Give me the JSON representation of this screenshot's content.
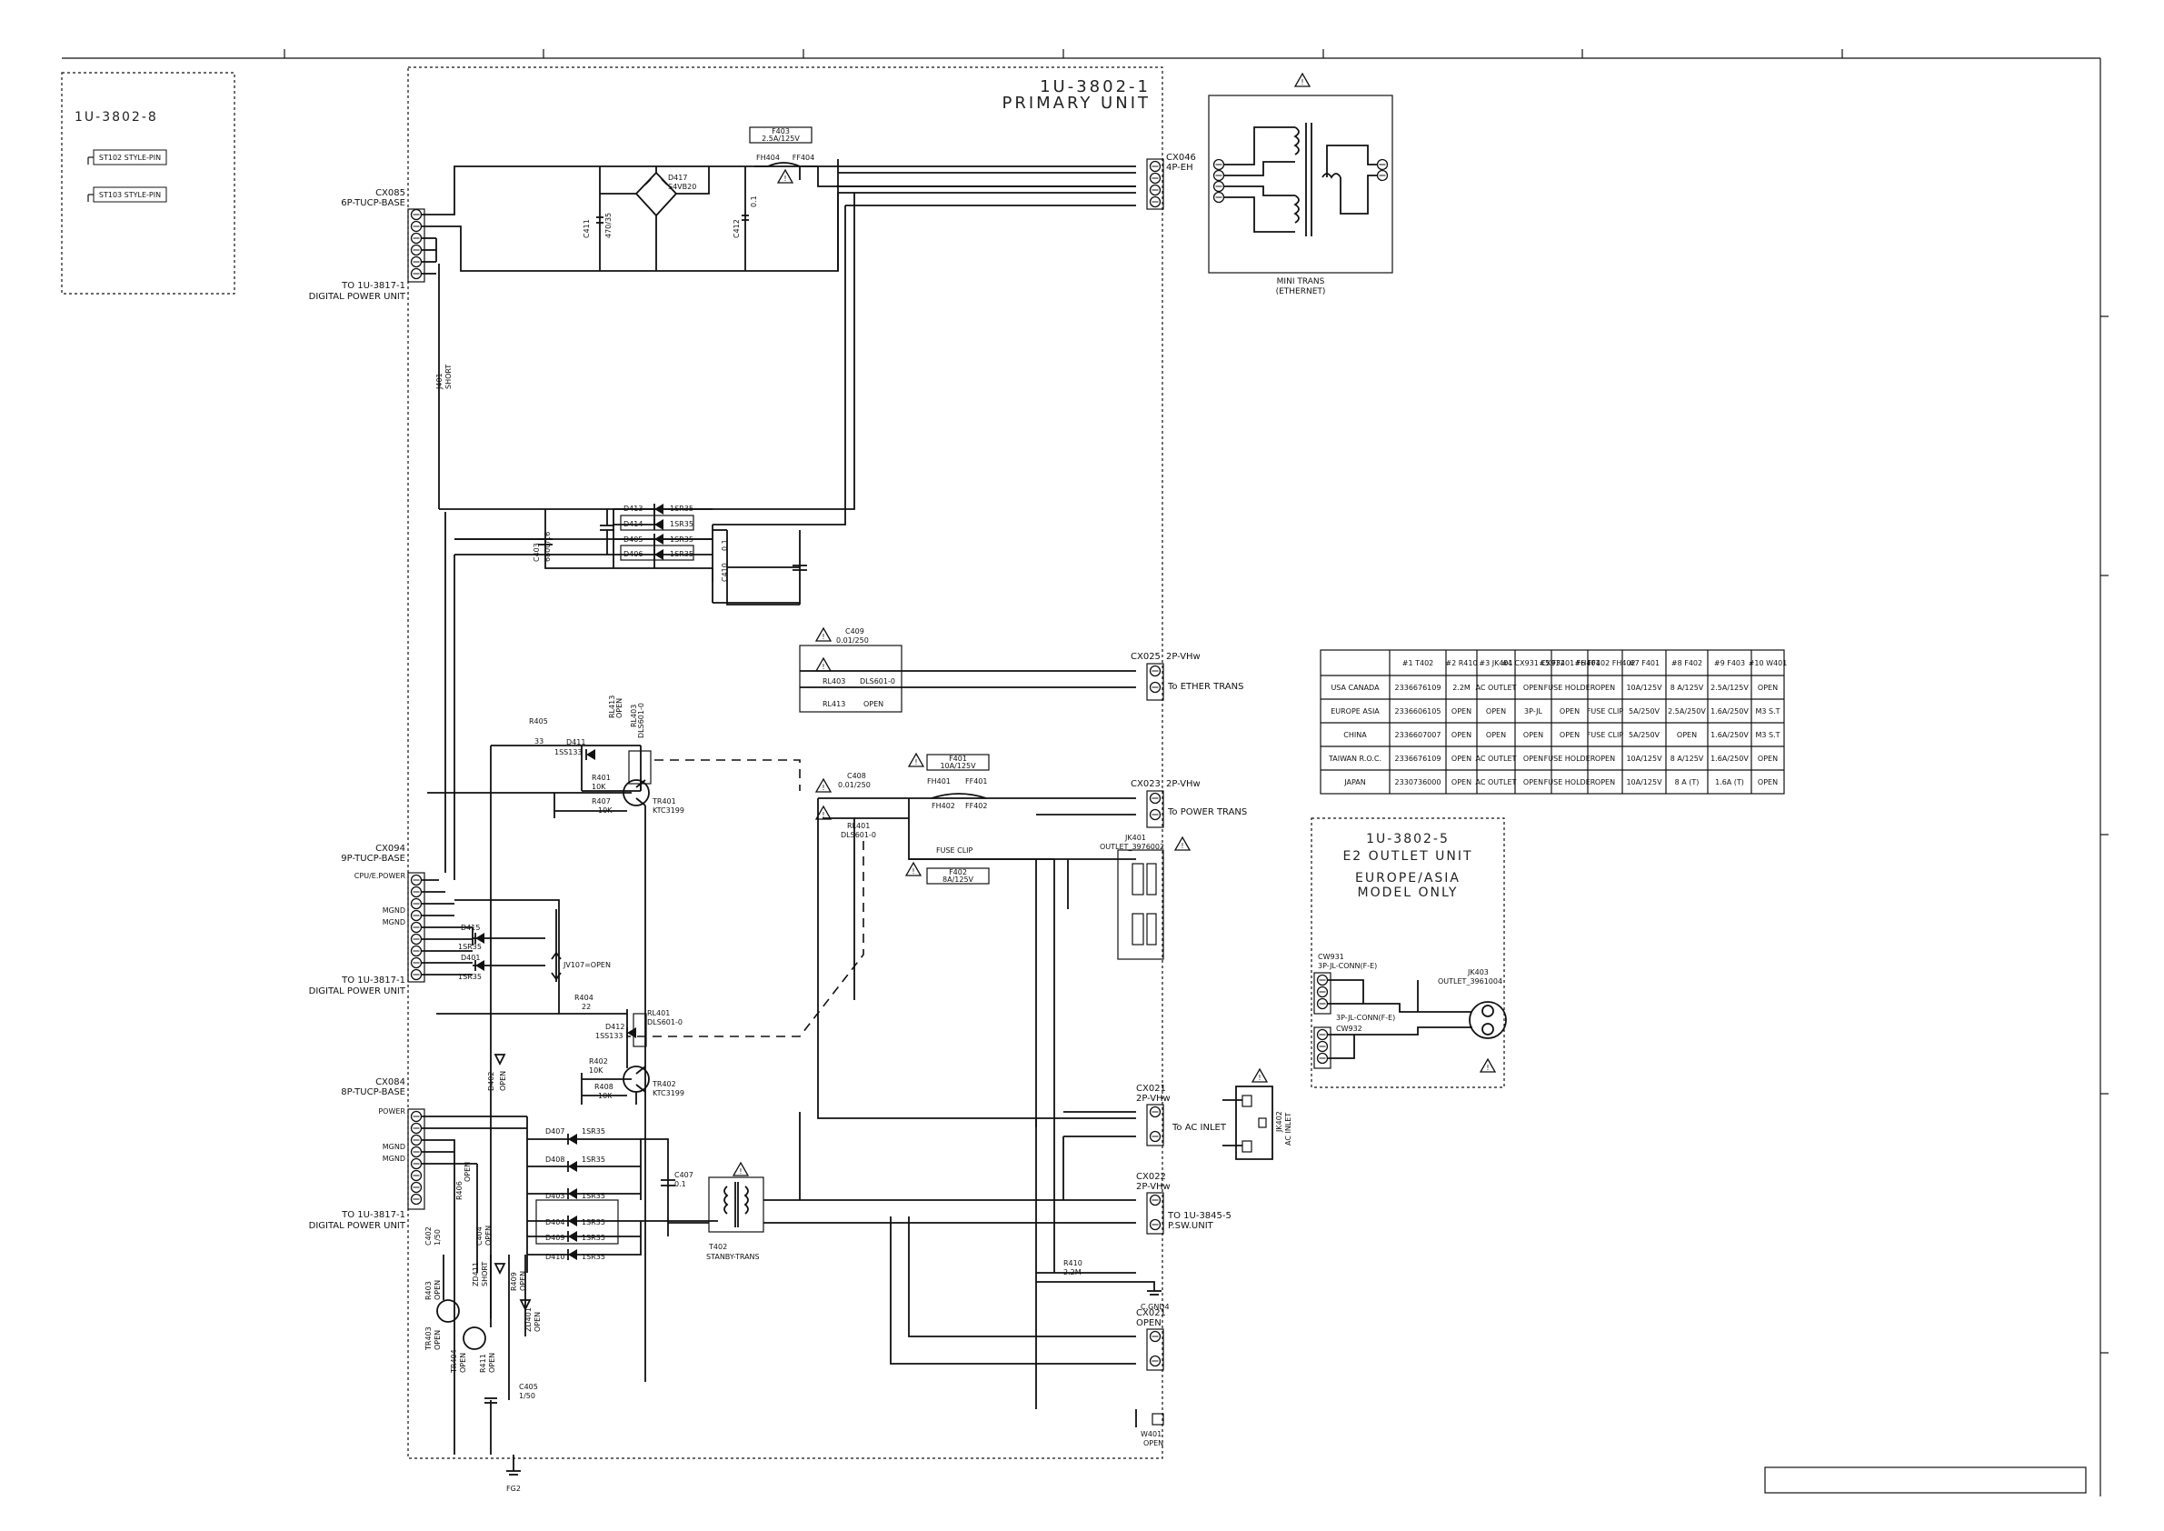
{
  "units": {
    "u8": {
      "title": "1U-3802-8",
      "pins": [
        "ST102 STYLE-PIN",
        "ST103 STYLE-PIN"
      ]
    },
    "u1": {
      "title1": "1U-3802-1",
      "title2": "PRIMARY UNIT"
    },
    "u5": {
      "title1": "1U-3802-5",
      "title2": "E2 OUTLET UNIT",
      "note1": "EUROPE/ASIA",
      "note2": "MODEL ONLY"
    },
    "mini_trans": {
      "line1": "MINI TRANS",
      "line2": "(ETHERNET)"
    }
  },
  "connectors": {
    "cx085": {
      "name": "CX085",
      "type": "6P-TUCP-BASE"
    },
    "cx094": {
      "name": "CX094",
      "type": "9P-TUCP-BASE",
      "sig": "CPU/E.POWER"
    },
    "cx084": {
      "name": "CX084",
      "type": "8P-TUCP-BASE",
      "sig": "POWER"
    },
    "cx046": {
      "name": "CX046",
      "type": "4P-EH"
    },
    "cx025": {
      "name": "CX025",
      "type": "2P-VHw",
      "dest": "To ETHER TRANS"
    },
    "cx023": {
      "name": "CX023",
      "type": "2P-VHw",
      "dest": "To POWER TRANS"
    },
    "cx021": {
      "name": "CX021",
      "type": "2P-VHw",
      "dest": "To AC INLET"
    },
    "cx022": {
      "name": "CX022",
      "type": "2P-VHw",
      "dest1": "TO 1U-3845-5",
      "dest2": "P.SW.UNIT"
    },
    "cx021o": {
      "name": "CX021",
      "type": "OPEN"
    },
    "cw931": {
      "name": "CW931",
      "type": "3P-JL-CONN(F-E)"
    },
    "cw932": {
      "name": "CW932",
      "type": "3P-JL-CONN(F-E)"
    },
    "mgnd": "MGND",
    "to_digital1": "TO 1U-3817-1",
    "to_digital2": "DIGITAL POWER UNIT"
  },
  "parts": {
    "f403": {
      "name": "F403",
      "value": "2.5A/125V"
    },
    "fh404": "FH404",
    "ff404": "FF404",
    "d417": {
      "name": "D417",
      "value": "S4VB20"
    },
    "c411": {
      "name": "C411",
      "value": "470/35"
    },
    "c412": {
      "name": "C412",
      "value": "0.1"
    },
    "j401": {
      "name": "J401",
      "value": "SHORT"
    },
    "d413": {
      "name": "D413",
      "value": "1SR35"
    },
    "d414": {
      "name": "D414",
      "value": "1SR35"
    },
    "d405": {
      "name": "D405",
      "value": "1SR35"
    },
    "d406": {
      "name": "D406",
      "value": "1SR35"
    },
    "c403": {
      "name": "C403",
      "value": "6800/16"
    },
    "c410": {
      "name": "C410",
      "value": "0.1"
    },
    "c409": {
      "name": "C409",
      "value": "0.01/250"
    },
    "rl403": {
      "name": "RL403",
      "value": "DLS601-0"
    },
    "rl413": {
      "name": "RL413",
      "value": "OPEN"
    },
    "r405": {
      "name": "R405",
      "value": "33"
    },
    "d411": {
      "name": "D411",
      "value": "1SS133"
    },
    "r401": {
      "name": "R401",
      "value": "10K"
    },
    "r407": {
      "name": "R407",
      "value": "10K"
    },
    "tr401": {
      "name": "TR401",
      "value": "KTC3199"
    },
    "c408": {
      "name": "C408",
      "value": "0.01/250"
    },
    "f401": {
      "name": "F401",
      "value": "10A/125V"
    },
    "fh401": "FH401",
    "ff401": "FF401",
    "fh402": "FH402",
    "ff402": "FF402",
    "rl401": {
      "name": "RL401",
      "value": "DLS601-0"
    },
    "fuse_clip": "FUSE CLIP",
    "f402": {
      "name": "F402",
      "value": "8A/125V"
    },
    "jk401": {
      "name": "JK401",
      "value": "OUTLET_3976002"
    },
    "jk403": {
      "name": "JK403",
      "value": "OUTLET_3961004"
    },
    "d415": {
      "name": "D415",
      "value": "1SR35"
    },
    "d401": {
      "name": "D401",
      "value": "1SR35"
    },
    "jv107": "JV107=OPEN",
    "r404": {
      "name": "R404",
      "value": "22"
    },
    "d412": {
      "name": "D412",
      "value": "1SS133"
    },
    "d402": {
      "name": "D402",
      "value": "OPEN"
    },
    "r402": {
      "name": "R402",
      "value": "10K"
    },
    "r408": {
      "name": "R408",
      "value": "10K"
    },
    "tr402": {
      "name": "TR402",
      "value": "KTC3199"
    },
    "d407": {
      "name": "D407",
      "value": "1SR35"
    },
    "d408": {
      "name": "D408",
      "value": "1SR35"
    },
    "d403": {
      "name": "D403",
      "value": "1SR35"
    },
    "d404": {
      "name": "D404",
      "value": "1SR35"
    },
    "d409": {
      "name": "D409",
      "value": "1SR35"
    },
    "d410": {
      "name": "D410",
      "value": "1SR35"
    },
    "c407": {
      "name": "C407",
      "value": "0.1"
    },
    "r406": {
      "name": "R406",
      "value": "OPEN"
    },
    "c402": {
      "name": "C402",
      "value": "1/50"
    },
    "c404": {
      "name": "C404",
      "value": "OPEN"
    },
    "zd411": {
      "name": "ZD411",
      "value": "SHORT"
    },
    "r409": {
      "name": "R409",
      "value": "OPEN"
    },
    "r403": {
      "name": "R403",
      "value": "OPEN"
    },
    "zd401": {
      "name": "ZD401",
      "value": "OPEN"
    },
    "tr403": {
      "name": "TR403",
      "value": "OPEN"
    },
    "tr404": {
      "name": "TR404",
      "value": "OPEN"
    },
    "r411": {
      "name": "R411",
      "value": "OPEN"
    },
    "c405": {
      "name": "C405",
      "value": "1/50"
    },
    "t402": {
      "name": "T402",
      "value": "STANBY-TRANS"
    },
    "r410": {
      "name": "R410",
      "value": "2.2M"
    },
    "cgnd4": "C.GND4",
    "w401": {
      "name": "W401",
      "value": "OPEN"
    },
    "jk402": {
      "name": "JK402",
      "value": "AC INLET"
    },
    "fg2": "FG2"
  },
  "table": {
    "headers": [
      "",
      "#1  T402",
      "#2 R410",
      "#3 JK401",
      "#4 CX931 CX932",
      "#5 FF401 FH401",
      "#6 FF402 FH402",
      "#7  F401",
      "#8  F402",
      "#9  F403",
      "#10 W401"
    ],
    "rows": [
      [
        "USA CANADA",
        "2336676109",
        "2.2M",
        "AC OUTLET",
        "OPEN",
        "FUSE HOLDER",
        "OPEN",
        "10A/125V",
        "8 A/125V",
        "2.5A/125V",
        "OPEN"
      ],
      [
        "EUROPE ASIA",
        "2336606105",
        "OPEN",
        "OPEN",
        "3P-JL",
        "OPEN",
        "FUSE CLIP",
        "5A/250V",
        "2.5A/250V",
        "1.6A/250V",
        "M3 S.T"
      ],
      [
        "CHINA",
        "2336607007",
        "OPEN",
        "OPEN",
        "OPEN",
        "OPEN",
        "FUSE CLIP",
        "5A/250V",
        "OPEN",
        "1.6A/250V",
        "M3 S.T"
      ],
      [
        "TAIWAN R.O.C.",
        "2336676109",
        "OPEN",
        "AC OUTLET",
        "OPEN",
        "FUSE HOLDER",
        "OPEN",
        "10A/125V",
        "8 A/125V",
        "1.6A/250V",
        "OPEN"
      ],
      [
        "JAPAN",
        "2330736000",
        "OPEN",
        "AC OUTLET",
        "OPEN",
        "FUSE HOLDER",
        "OPEN",
        "10A/125V",
        "8 A (T)",
        "1.6A (T)",
        "OPEN"
      ]
    ]
  }
}
